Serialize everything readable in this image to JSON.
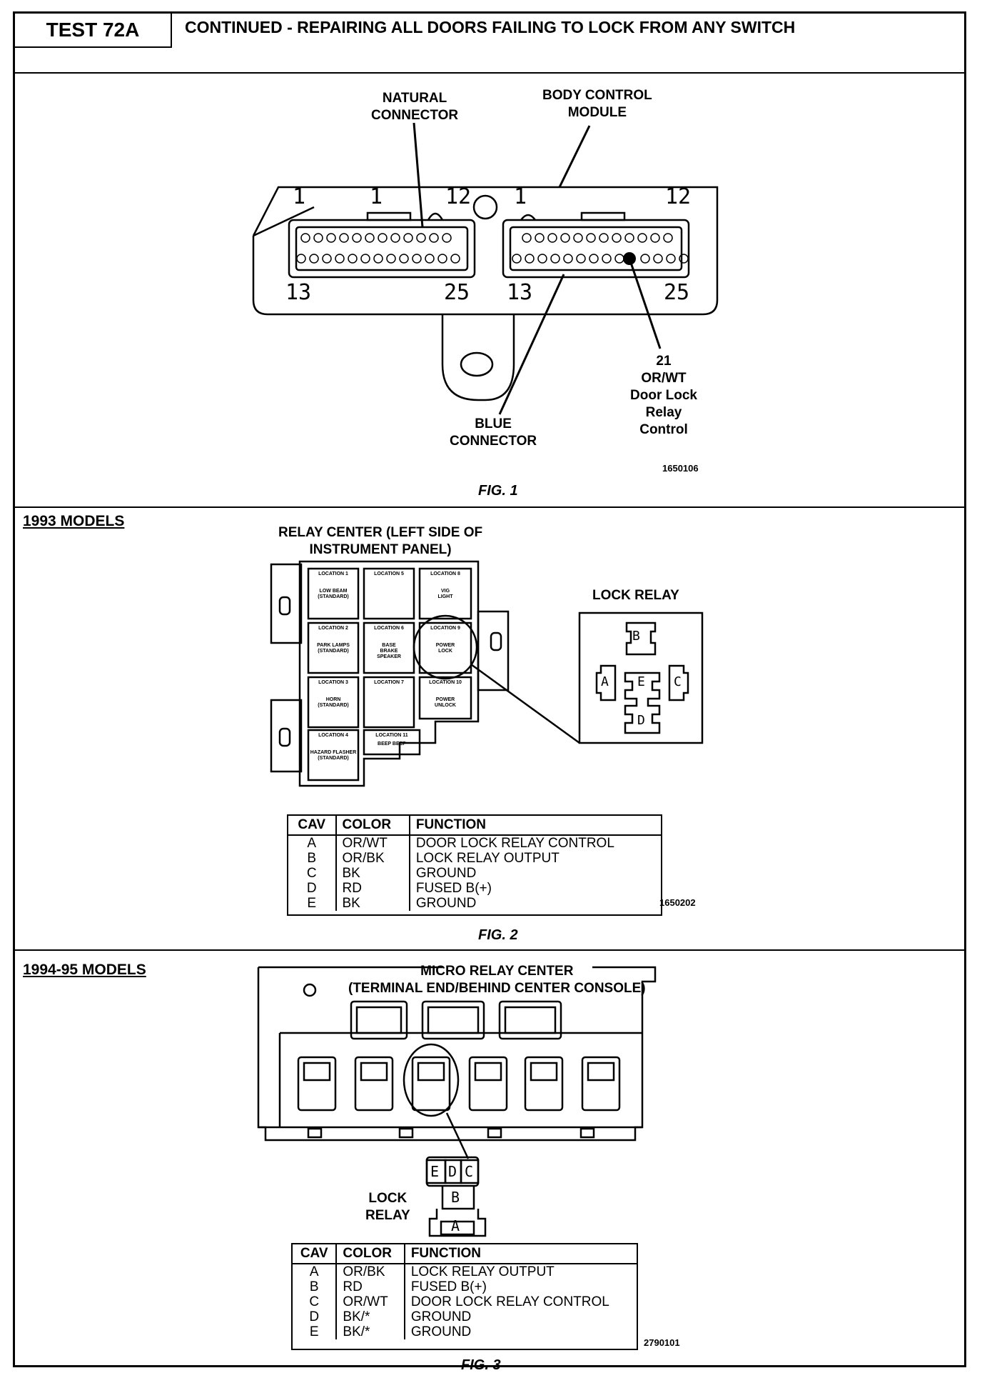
{
  "header": {
    "test_label": "TEST 72A",
    "title": "CONTINUED - REPAIRING ALL DOORS FAILING TO LOCK FROM ANY SWITCH"
  },
  "fig1": {
    "natural_connector_label": "NATURAL\nCONNECTOR",
    "bcm_label": "BODY CONTROL\nMODULE",
    "blue_connector_label": "BLUE\nCONNECTOR",
    "pin_callout": "21\nOR/WT\nDoor Lock\nRelay\nControl",
    "pins": {
      "left_top_start": "1",
      "left_top_mid": "1",
      "left_top_end": "12",
      "left_bottom_start": "13",
      "left_bottom_end": "25",
      "right_top_start": "1",
      "right_top_end": "12",
      "right_bottom_start": "13",
      "right_bottom_end": "25"
    },
    "code": "1650106",
    "caption": "FIG. 1"
  },
  "fig2": {
    "section_label": "1993 MODELS",
    "relay_center_label": "RELAY CENTER (LEFT SIDE OF\nINSTRUMENT PANEL)",
    "lock_relay_label": "LOCK RELAY",
    "terminals": {
      "a": "A",
      "b": "B",
      "c": "C",
      "d": "D",
      "e": "E"
    },
    "locations": [
      {
        "title": "LOCATION 1",
        "body": "LOW BEAM\n(STANDARD)"
      },
      {
        "title": "LOCATION 5",
        "body": ""
      },
      {
        "title": "LOCATION 8",
        "body": "VIG\nLIGHT"
      },
      {
        "title": "LOCATION 2",
        "body": "PARK LAMPS\n(STANDARD)"
      },
      {
        "title": "LOCATION 6",
        "body": "BASE\nBRAKE\nSPEAKER"
      },
      {
        "title": "LOCATION 9",
        "body": "POWER\nLOCK"
      },
      {
        "title": "LOCATION 3",
        "body": "HORN\n(STANDARD)"
      },
      {
        "title": "LOCATION 7",
        "body": ""
      },
      {
        "title": "LOCATION 10",
        "body": "POWER\nUNLOCK"
      },
      {
        "title": "LOCATION 4",
        "body": "HAZARD FLASHER\n(STANDARD)"
      },
      {
        "title": "LOCATION 11",
        "body": "BEEP BEEP"
      }
    ],
    "table": {
      "headers": [
        "CAV",
        "COLOR",
        "FUNCTION"
      ],
      "rows": [
        [
          "A",
          "OR/WT",
          "DOOR LOCK RELAY CONTROL"
        ],
        [
          "B",
          "OR/BK",
          "LOCK RELAY OUTPUT"
        ],
        [
          "C",
          "BK",
          "GROUND"
        ],
        [
          "D",
          "RD",
          "FUSED B(+)"
        ],
        [
          "E",
          "BK",
          "GROUND"
        ]
      ]
    },
    "code": "1650202",
    "caption": "FIG. 2"
  },
  "fig3": {
    "section_label": "1994-95 MODELS",
    "micro_label": "MICRO RELAY CENTER\n(TERMINAL END/BEHIND CENTER CONSOLE)",
    "lock_relay_label": "LOCK\nRELAY",
    "terminals": {
      "a": "A",
      "b": "B",
      "c": "C",
      "d": "D",
      "e": "E"
    },
    "table": {
      "headers": [
        "CAV",
        "COLOR",
        "FUNCTION"
      ],
      "rows": [
        [
          "A",
          "OR/BK",
          "LOCK RELAY OUTPUT"
        ],
        [
          "B",
          "RD",
          "FUSED B(+)"
        ],
        [
          "C",
          "OR/WT",
          "DOOR LOCK RELAY CONTROL"
        ],
        [
          "D",
          "BK/*",
          "GROUND"
        ],
        [
          "E",
          "BK/*",
          "GROUND"
        ]
      ]
    },
    "code": "2790101",
    "caption": "FIG. 3"
  }
}
